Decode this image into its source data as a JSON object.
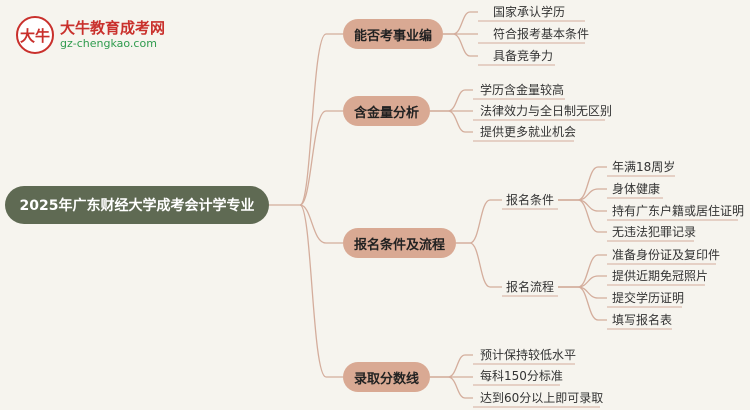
{
  "logo": {
    "mark": "大牛",
    "title": "大牛教育成考网",
    "url": "gz-chengkao.com"
  },
  "root": "2025年广东财经大学成考会计学专业",
  "branches": [
    {
      "label": "能否考事业编",
      "items": [
        "国家承认学历",
        "符合报考基本条件",
        "具备竞争力"
      ]
    },
    {
      "label": "含金量分析",
      "items": [
        "学历含金量较高",
        "法律效力与全日制无区别",
        "提供更多就业机会"
      ]
    },
    {
      "label": "报名条件及流程",
      "sub": [
        {
          "label": "报名条件",
          "items": [
            "年满18周岁",
            "身体健康",
            "持有广东户籍或居住证明",
            "无违法犯罪记录"
          ]
        },
        {
          "label": "报名流程",
          "items": [
            "准备身份证及复印件",
            "提供近期免冠照片",
            "提交学历证明",
            "填写报名表"
          ]
        }
      ]
    },
    {
      "label": "录取分数线",
      "items": [
        "预计保持较低水平",
        "每科150分标准",
        "达到60分以上即可录取"
      ]
    }
  ]
}
